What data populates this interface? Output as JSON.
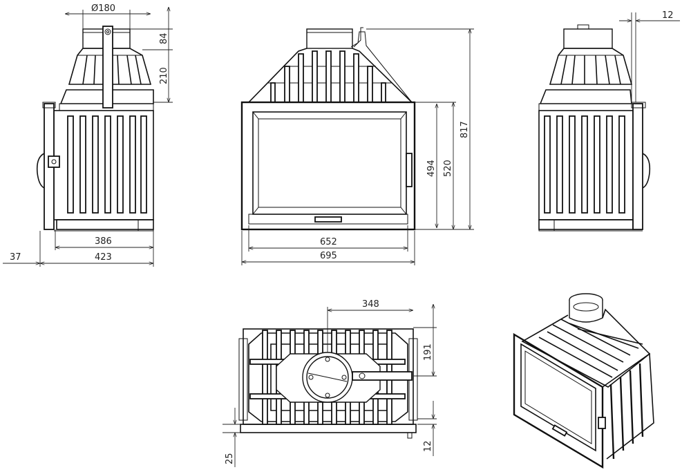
{
  "dimensions": {
    "flue_diameter": "Ø180",
    "collar_height": "84",
    "hood_height": "210",
    "body_depth": "386",
    "total_depth": "423",
    "frame_offset": "37",
    "glass_width": "652",
    "total_width": "695",
    "glass_height": "494",
    "door_height": "520",
    "total_height": "817",
    "side_offset": "12",
    "flue_offset": "348",
    "flue_center_depth": "191",
    "plate_thickness": "25",
    "back_offset": "12"
  },
  "colors": {
    "line": "#111111",
    "background": "#ffffff"
  }
}
